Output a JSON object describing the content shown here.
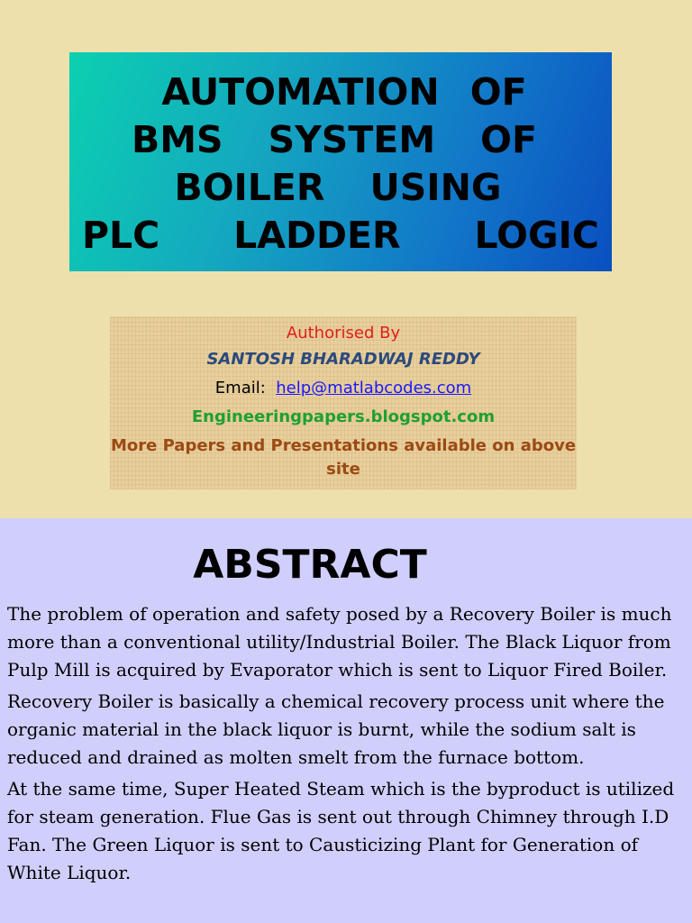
{
  "slide1": {
    "title_lines": [
      [
        "AUTOMATION",
        "OF"
      ],
      [
        "BMS",
        "SYSTEM",
        "OF"
      ],
      [
        "BOILER",
        "USING"
      ],
      [
        "PLC",
        "LADDER",
        "LOGIC"
      ]
    ],
    "author": {
      "authorised_by": "Authorised By",
      "name": "SANTOSH BHARADWAJ REDDY",
      "email_label": "Email:",
      "email": "help@matlabcodes.com",
      "site": "Engineeringpapers.blogspot.com",
      "more": "More Papers and Presentations available on above site"
    },
    "colors": {
      "background": "#ede0ad",
      "title_gradient_start": "#0bd0b0",
      "title_gradient_end": "#0a4fc0",
      "authorised_by": "#e0201a",
      "name": "#2c4a7c",
      "email_link": "#1a1aff",
      "site": "#1fa030",
      "more": "#9c4a14"
    }
  },
  "slide2": {
    "heading": "ABSTRACT",
    "paragraphs": [
      "The problem of operation and safety posed by a Recovery Boiler is much more than a conventional utility/Industrial Boiler. The Black Liquor from Pulp Mill is acquired by Evaporator which is sent to Liquor Fired Boiler.",
      "Recovery Boiler is basically a chemical recovery process unit where the organic material in the black liquor is burnt, while the sodium salt is reduced and drained as molten smelt from the furnace bottom.",
      "At the same time, Super Heated Steam which is the byproduct is utilized for steam generation. Flue Gas is sent out through Chimney through I.D Fan. The Green Liquor is sent to Causticizing Plant for Generation of White Liquor."
    ],
    "colors": {
      "background": "#d0cffc"
    }
  }
}
